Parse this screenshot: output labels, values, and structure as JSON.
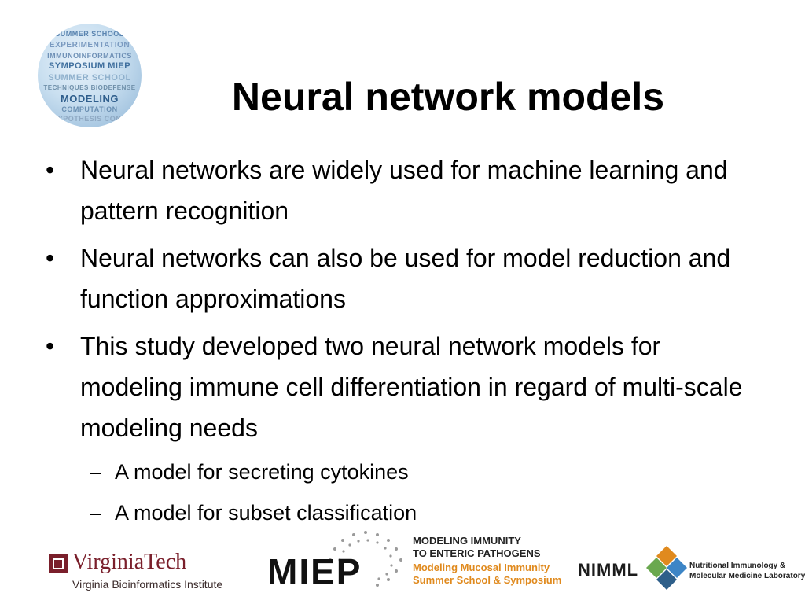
{
  "title": "Neural network models",
  "bullets": [
    "Neural networks are widely used for machine learning and pattern recognition",
    "Neural networks can also be used for model reduction and function approximations",
    "This study developed two neural network models for modeling immune cell differentiation in regard of multi-scale modeling needs"
  ],
  "sub_bullets": [
    "A model for secreting cytokines",
    "A model for subset classification"
  ],
  "bullet_symbol": "•",
  "dash_symbol": "–",
  "globe_words": [
    "SUMMER SCHOOL",
    "EXPERIMENTATION",
    "IMMUNOINFORMATICS",
    "SYMPOSIUM MIEP",
    "SUMMER SCHOOL",
    "TECHNIQUES BIODEFENSE",
    "MODELING",
    "COMPUTATION",
    "HYPOTHESIS CONC"
  ],
  "footer": {
    "vt_name": "VirginiaTech",
    "vt_institute": "Virginia Bioinformatics Institute",
    "miep_word": "MIEP",
    "miep_line1": "MODELING IMMUNITY",
    "miep_line2": "TO ENTERIC PATHOGENS",
    "miep_line3": "Modeling Mucosal Immunity",
    "miep_line4": "Summer School & Symposium",
    "nimml_word": "NIMML",
    "nimml_line1": "Nutritional Immunology &",
    "nimml_line2": "Molecular Medicine Laboratory"
  },
  "colors": {
    "vt_maroon": "#7a1f2b",
    "miep_orange": "#e08a1e",
    "globe_blue": "#9bbfdc"
  }
}
